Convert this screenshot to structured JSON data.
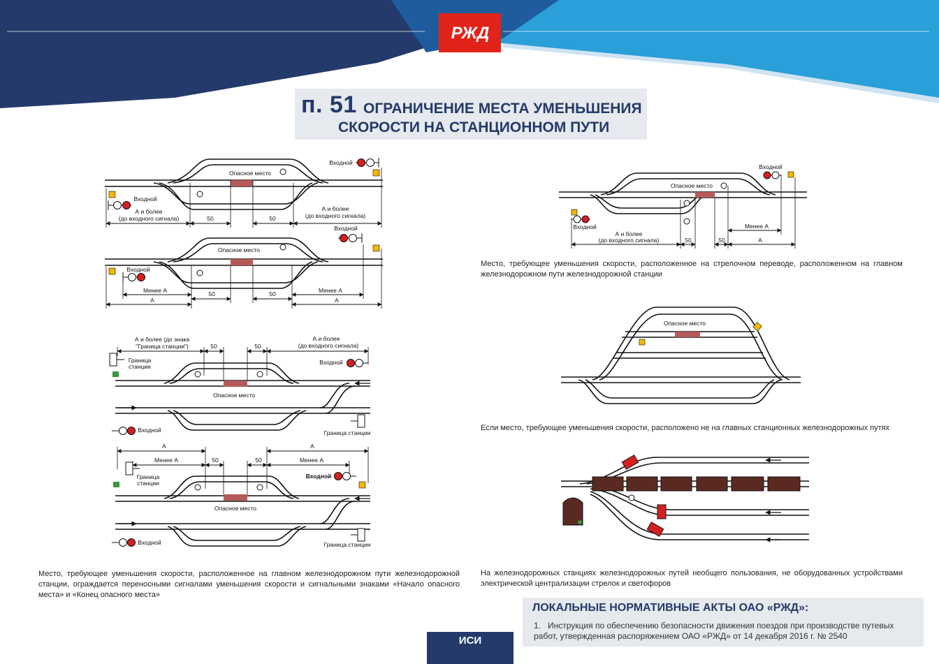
{
  "header": {
    "logo_text": "РЖД",
    "title_number": "п. 51",
    "title_line1": "ОГРАНИЧЕНИЕ МЕСТА УМЕНЬШЕНИЯ",
    "title_line2": "СКОРОСТИ НА СТАНЦИОННОМ ПУТИ"
  },
  "labels": {
    "danger": "Опасное место",
    "entry": "Входной",
    "a_more": "А и более",
    "to_entry": "(до входного сигнала)",
    "fifty": "50",
    "less_a": "Менее А",
    "a": "А",
    "a_more_sign": "А и более (до знака",
    "station_border_q": "\"Граница станции\")",
    "border_l1": "Граница",
    "border_l2": "станции",
    "border_full": "Граница станции"
  },
  "captions": {
    "left": "Место, требующее уменьшения скорости, расположенное на главном железнодорожном пути железнодорожной станции, ограждается переносными сигналами уменьшения скорости и сигнальными знаками «Начало опасного места» и «Конец опасного места»",
    "right1": "Место, требующее уменьшения скорости, расположенное на стрелочном переводе, расположенном на главном железнодорожном пути железнодорожной станции",
    "right2": "Если место, требующее уменьшения скорости, расположено не на главных станционных железнодорожных путях",
    "right3": "На железнодорожных станциях железнодорожных путей необщего пользования, не оборудованных устройствами электрической централизации стрелок и светофоров"
  },
  "acts": {
    "title": "ЛОКАЛЬНЫЕ НОРМАТИВНЫЕ АКТЫ ОАО «РЖД»:",
    "item_num": "1.",
    "item_text": "Инструкция по обеспечению безопасности движения поездов при производстве путевых работ, утвержденная распоряжением ОАО «РЖД» от 14 декабря 2016 г. № 2540"
  },
  "footer": {
    "tag": "ИСИ"
  },
  "colors": {
    "navy": "#243a6b",
    "blue": "#2a9fd8",
    "red": "#e2231a",
    "danger": "#b55a5a",
    "yellow": "#f2b705",
    "green": "#3a9a3a",
    "wagon": "#5a2a22"
  }
}
